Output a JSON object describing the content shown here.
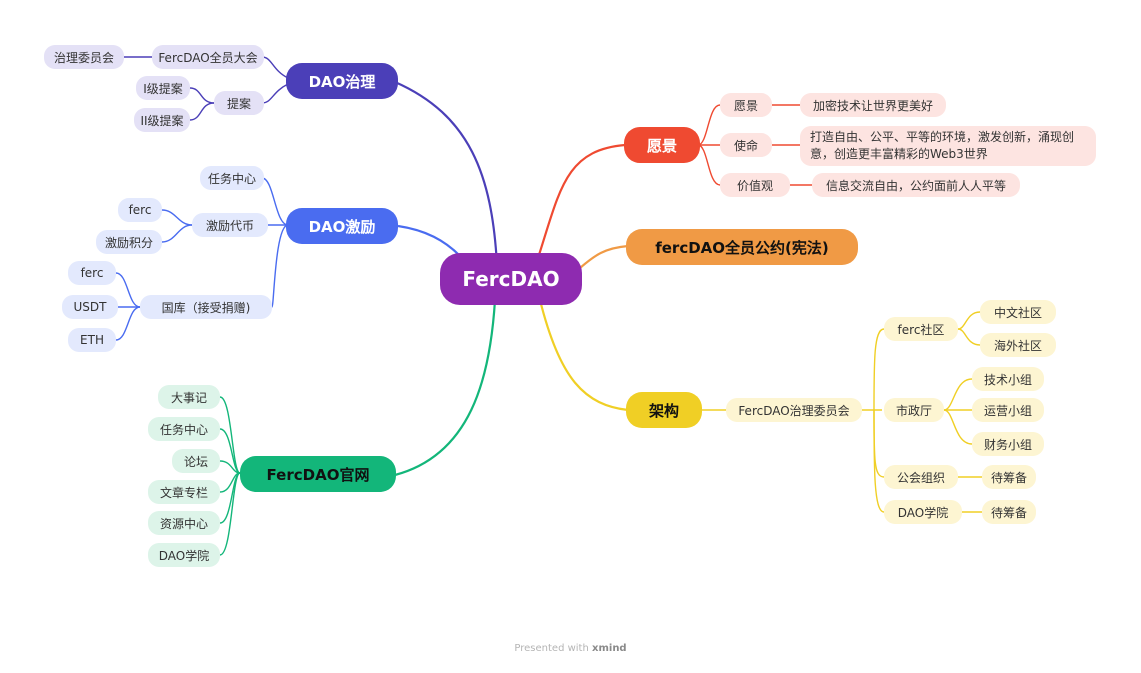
{
  "root": {
    "label": "FercDAO"
  },
  "branches": {
    "governance": {
      "label": "DAO治理",
      "assembly": "FercDAO全员大会",
      "committee": "治理委员会",
      "proposal": "提案",
      "level1": "I级提案",
      "level2": "II级提案"
    },
    "incentive": {
      "label": "DAO激励",
      "task_center": "任务中心",
      "token": "激励代币",
      "token_ferc": "ferc",
      "points": "激励积分",
      "treasury": "国库（接受捐赠)",
      "treasury_ferc": "ferc",
      "usdt": "USDT",
      "eth": "ETH"
    },
    "website": {
      "label": "FercDAO官网",
      "items": [
        "大事记",
        "任务中心",
        "论坛",
        "文章专栏",
        "资源中心",
        "DAO学院"
      ]
    },
    "vision": {
      "label": "愿景",
      "vision_key": "愿景",
      "vision_val": "加密技术让世界更美好",
      "mission_key": "使命",
      "mission_val": "打造自由、公平、平等的环境，激发创新，涌现创意，创造更丰富精彩的Web3世界",
      "values_key": "价值观",
      "values_val": "信息交流自由，公约面前人人平等"
    },
    "charter": {
      "label": "fercDAO全员公约(宪法)"
    },
    "structure": {
      "label": "架构",
      "committee": "FercDAO治理委员会",
      "community": "ferc社区",
      "cn_community": "中文社区",
      "overseas": "海外社区",
      "city_hall": "市政厅",
      "tech": "技术小组",
      "ops": "运营小组",
      "finance": "财务小组",
      "guild": "公会组织",
      "guild_status": "待筹备",
      "academy": "DAO学院",
      "academy_status": "待筹备"
    }
  },
  "footer": {
    "prefix": "Presented with",
    "brand": "xmind"
  },
  "colors": {
    "root": "#8e2bb0",
    "governance": "#4b3fb8",
    "incentive": "#4a6cf0",
    "website": "#13b67a",
    "vision": "#ef4a31",
    "charter": "#f09a45",
    "structure": "#f0cf25",
    "governance_light": "#e4e1f6",
    "incentive_light": "#e3e9fd",
    "website_light": "#ddf4e9",
    "vision_light": "#fde4e1",
    "structure_light": "#fdf5d2"
  }
}
